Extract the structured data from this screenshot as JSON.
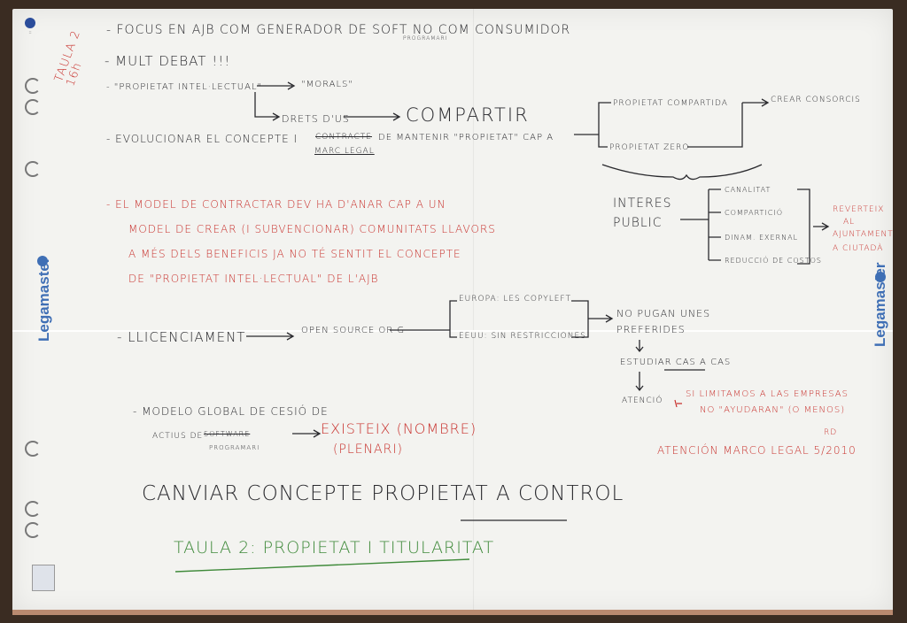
{
  "vertical_note": "TAULA 2\n16h",
  "logo": {
    "brand": "Legamaster"
  },
  "lines": {
    "l1": "- FOCUS EN AJB COM GENERADOR DE SOFT  NO COM CONSUMIDOR",
    "l1_sub": "PROGRAMARI",
    "l2": "- MULT DEBAT !!!",
    "l3a": "- \"PROPIETAT INTEL·LECTUAL\"",
    "l3b": "\"MORALS\"",
    "l3c": "DRETS D'US",
    "l3d": "COMPARTIR",
    "l4a": "- EVOLUCIONAR EL CONCEPTE I",
    "l4b": "CONTRACTE",
    "l4c": "DE MANTENIR \"PROPIETAT\" CAP A",
    "l4d": "MARC LEGAL",
    "r1": "PROPIETAT COMPARTIDA",
    "r2": "CREAR CONSORCIS",
    "r3": "PROPIETAT ZERO",
    "interes1": "INTERES",
    "interes2": "PUBLIC",
    "ip1": "CANALITAT",
    "ip2": "COMPARTICIÓ",
    "ip3": "DINAM. EXERNAL",
    "ip4": "REDUCCIÓ DE COSTOS",
    "rev1": "REVERTEIX",
    "rev2": "AL",
    "rev3": "AJUNTAMENT",
    "rev4": "A CIUTADÀ",
    "red1": "- EL MODEL DE CONTRACTAR DEV HA D'ANAR CAP A UN",
    "red2": "MODEL DE CREAR (I SUBVENCIONAR) COMUNITATS LLAVORS",
    "red3": "A MÉS DELS BENEFICIS JA NO TÉ SENTIT EL CONCEPTE",
    "red4": "DE \"PROPIETAT INTEL·LECTUAL\" DE L'AJB",
    "lic": "- LLICENCIAMENT",
    "open": "OPEN SOURCE OR G",
    "eu": "EUROPA: LES COPYLEFT",
    "eeuu": "EEUU: SIN RESTRICCIONES",
    "nop1": "NO PUGAN UNES",
    "nop2": "PREFERIDES",
    "estud": "ESTUDIAR CAS A CAS",
    "aten1": "ATENCIÓ",
    "red_si1": "SI LIMITAMOS A LAS EMPRESAS",
    "red_si2": "NO \"AYUDARAN\" (O MENOS)",
    "red_rd": "RD",
    "red_marc": "ATENCIÓN MARCO LEGAL  5/2010",
    "model1": "- MODELO GLOBAL DE CESIÓ DE",
    "model2": "ACTIUS DE",
    "model2b": "SOFTWARE",
    "model2c": "PROGRAMARI",
    "exist": "EXISTEIX (NOMBRE)",
    "plen": "(PLENARI)",
    "canviar": "CANVIAR CONCEPTE PROPIETAT A CONTROL",
    "taula": "TAULA 2: PROPIETAT I TITULARITAT"
  },
  "colors": {
    "ink_black": "#2a2a2e",
    "ink_red": "#c8302c",
    "ink_green": "#3f8a3a",
    "brand_blue": "#3f6fb5",
    "paper": "#f3f3f0"
  }
}
